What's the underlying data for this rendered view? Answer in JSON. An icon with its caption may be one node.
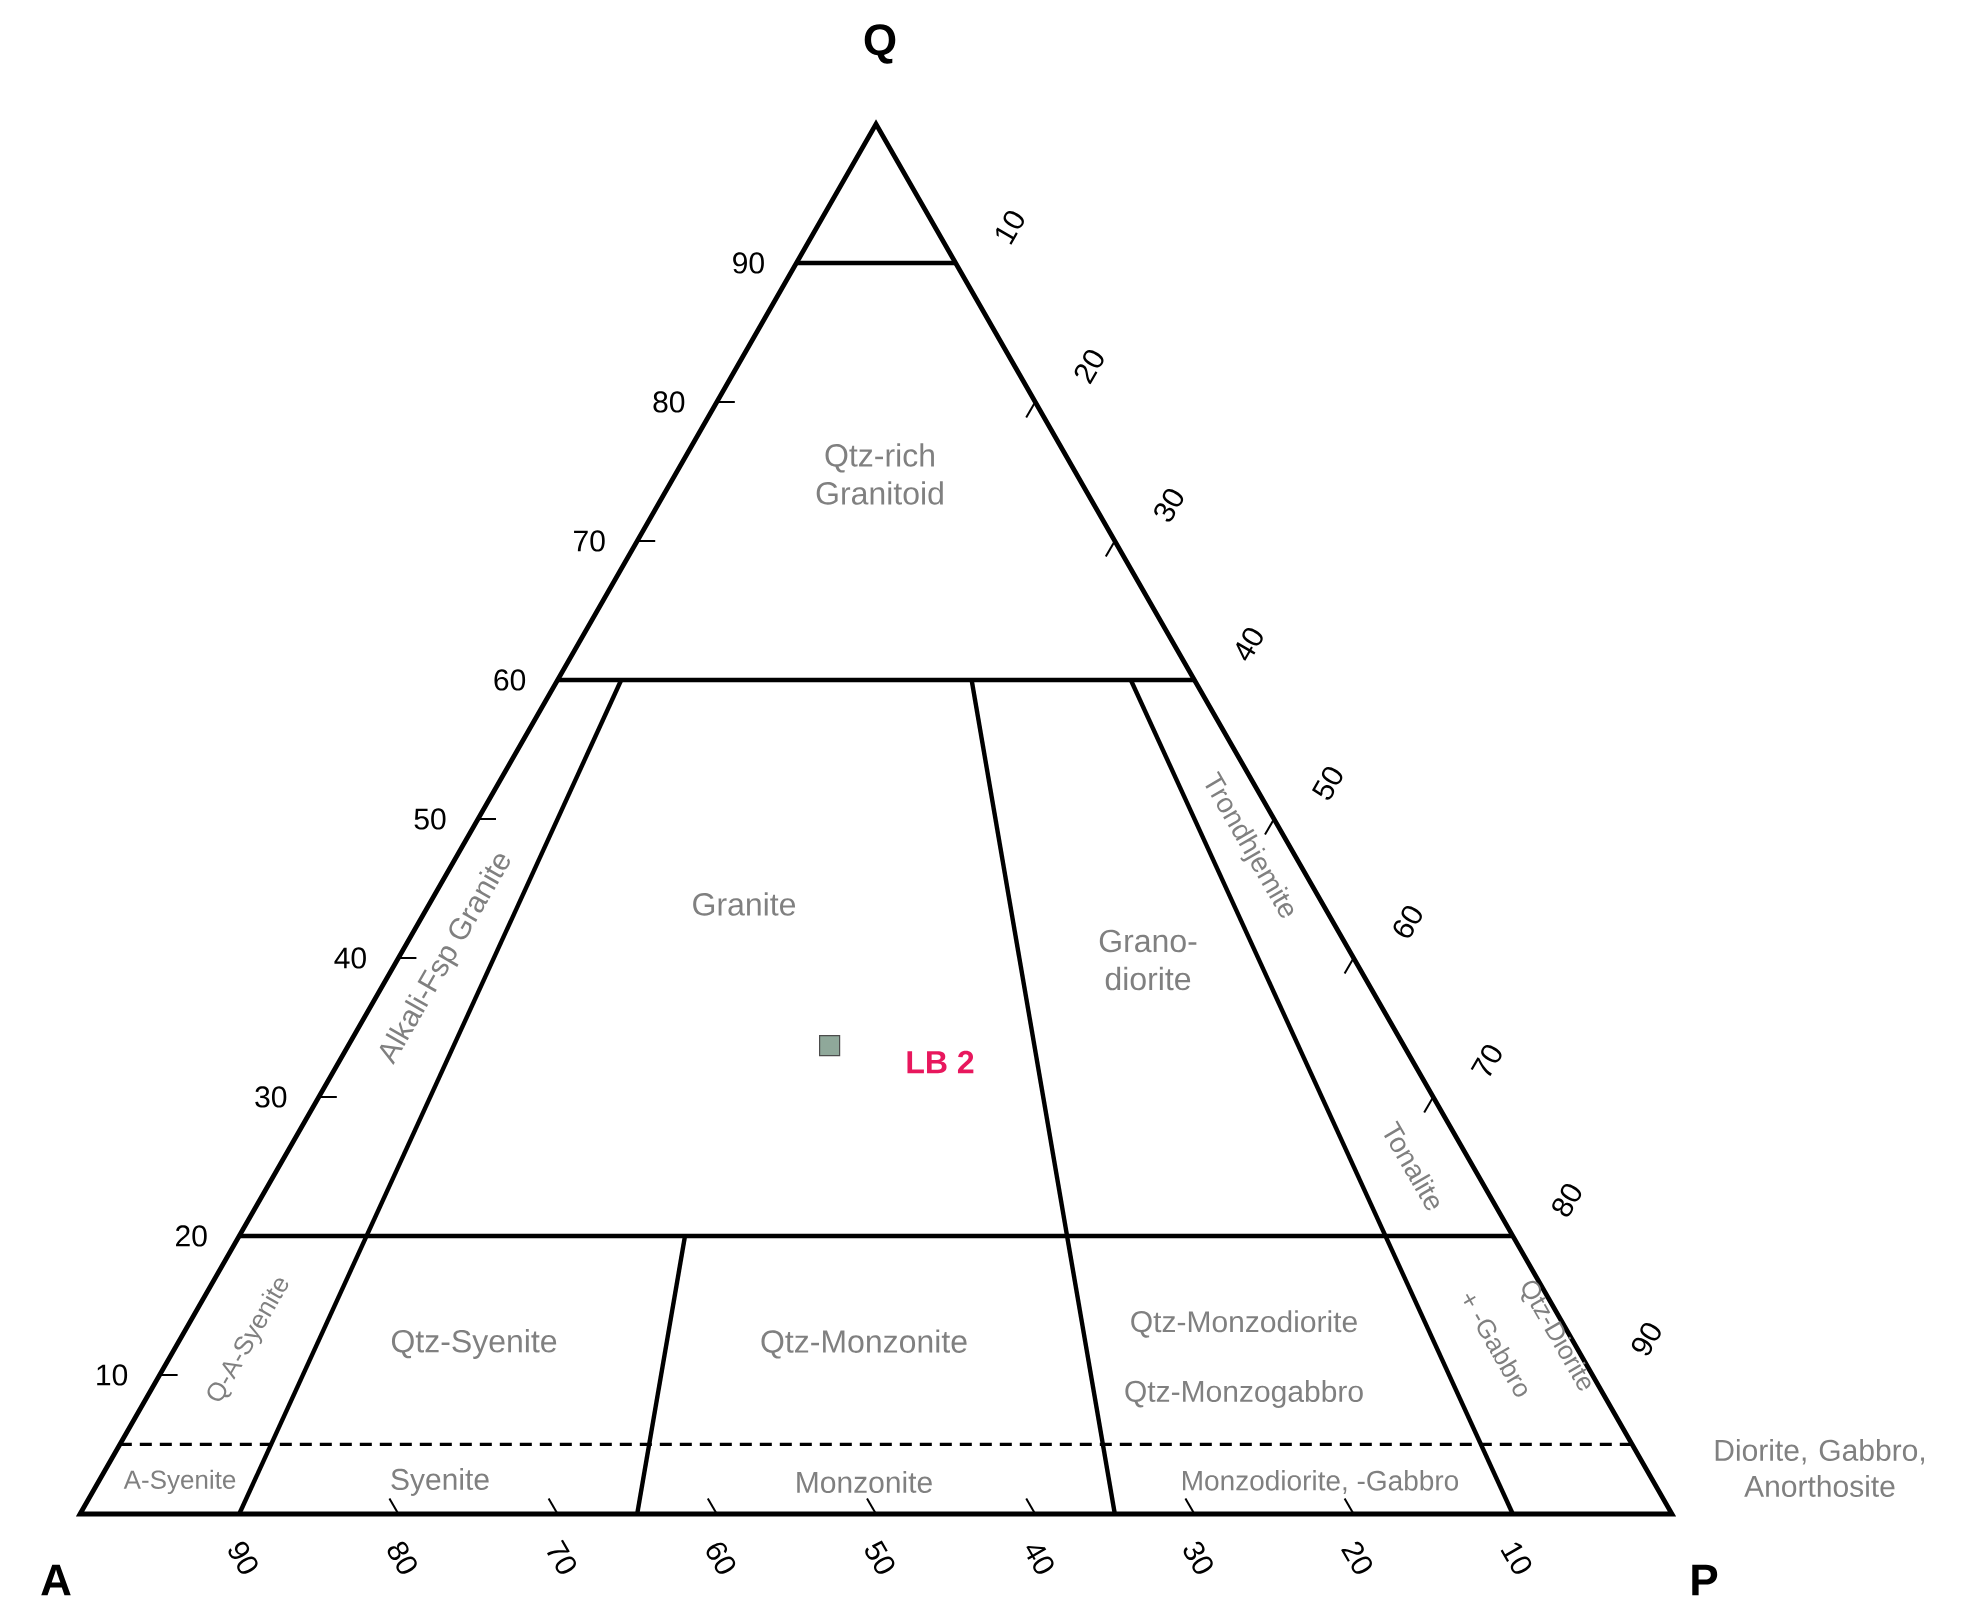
{
  "diagram": {
    "labels": [
      "Q",
      "90",
      "80",
      "70",
      "60",
      "50",
      "40",
      "30",
      "20",
      "10",
      "10",
      "20",
      "30",
      "40",
      "50",
      "60",
      "70",
      "80",
      "90",
      "Qtz-rich Granitoid",
      "Granite",
      "Grano-diorite",
      "Alkali-Fsp Granite",
      "Trondhjemite",
      "LB 2",
      "Tonalite",
      "Q-A-Syenite",
      "Qtz-Syenite",
      "Qtz-Monzonite",
      "Qtz-Monzodiorite",
      "Qtz-Diorite",
      "+ -Gabbro",
      "Qtz-Monzogabbro",
      "A-Syenite",
      "Syenite",
      "Monzonite",
      "Monzodiorite, -Gabbro",
      "Diorite, Gabbro, Anorthosite",
      "90",
      "80",
      "70",
      "60",
      "50",
      "40",
      "30",
      "20",
      "10",
      "A",
      "P"
    ]
  }
}
